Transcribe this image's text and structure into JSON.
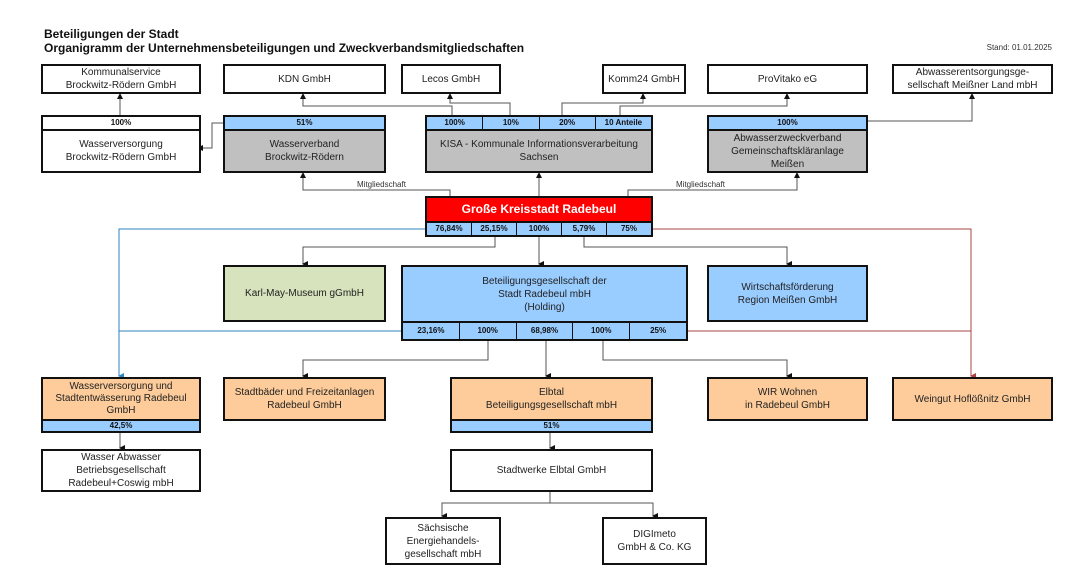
{
  "header": {
    "title_line1": "Beteiligungen der Stadt",
    "title_line2": "Organigramm der Unternehmensbeteiligungen und Zweckverbandsmitgliedschaften",
    "stand": "Stand: 01.01.2025"
  },
  "labels": {
    "membership": "Mitgliedschaft"
  },
  "colors": {
    "city": "#ff0000",
    "share_bar": "#99ccff",
    "verband": "#c0c0c0",
    "subsidiary": "#fdcc9a",
    "museum": "#d6e3bc",
    "blue_link": "#2e86c1",
    "red_link": "#a94442"
  },
  "nodes": {
    "kommunalservice": {
      "name": "Kommunalservice\nBrockwitz-Rödern GmbH"
    },
    "wv_br": {
      "name": "Wasserversorgung\nBrockwitz-Rödern GmbH",
      "shares": [
        "100%"
      ]
    },
    "wasserverband": {
      "name": "Wasserverband\nBrockwitz-Rödern",
      "shares": [
        "51%"
      ]
    },
    "kdn": {
      "name": "KDN GmbH"
    },
    "lecos": {
      "name": "Lecos GmbH"
    },
    "komm24": {
      "name": "Komm24 GmbH"
    },
    "provitako": {
      "name": "ProVitako eG"
    },
    "abwasserents": {
      "name": "Abwasserentsorgungsge-\nsellschaft Meißner Land mbH"
    },
    "kisa": {
      "name": "KISA - Kommunale Informationsverarbeitung\nSachsen",
      "shares": [
        "100%",
        "10%",
        "20%",
        "10 Anteile"
      ]
    },
    "abwasserzweck": {
      "name": "Abwasserzweckverband\nGemeinschaftskläranlage\nMeißen",
      "shares": [
        "100%"
      ]
    },
    "radebeul": {
      "name": "Große Kreisstadt Radebeul",
      "shares": [
        "76,84%",
        "25,15%",
        "100%",
        "5,79%",
        "75%"
      ]
    },
    "karlmay": {
      "name": "Karl-May-Museum gGmbH"
    },
    "holding": {
      "name": "Beteiligungsgesellschaft der\nStadt Radebeul mbH\n(Holding)",
      "shares": [
        "23,16%",
        "100%",
        "68,98%",
        "100%",
        "25%"
      ]
    },
    "wirtschaft": {
      "name": "Wirtschaftsförderung\nRegion Meißen GmbH"
    },
    "wv_radebeul": {
      "name": "Wasserversorgung und\nStadtentwässerung Radebeul\nGmbH",
      "shares": [
        "42,5%"
      ]
    },
    "stadtbaeder": {
      "name": "Stadtbäder und Freizeitanlagen\nRadebeul GmbH"
    },
    "elbtal": {
      "name": "Elbtal\nBeteiligungsgesellschaft mbH",
      "shares": [
        "51%"
      ]
    },
    "wir": {
      "name": "WIR Wohnen\nin Radebeul GmbH"
    },
    "weingut": {
      "name": "Weingut Hoflößnitz GmbH"
    },
    "wasser_abwasser": {
      "name": "Wasser Abwasser\nBetriebsgesellschaft\nRadebeul+Coswig mbH"
    },
    "stadtwerke": {
      "name": "Stadtwerke Elbtal GmbH"
    },
    "saechsische": {
      "name": "Sächsische\nEnergiehandels-\ngesellschaft mbH"
    },
    "digimeto": {
      "name": "DIGImeto\nGmbH & Co. KG"
    }
  }
}
